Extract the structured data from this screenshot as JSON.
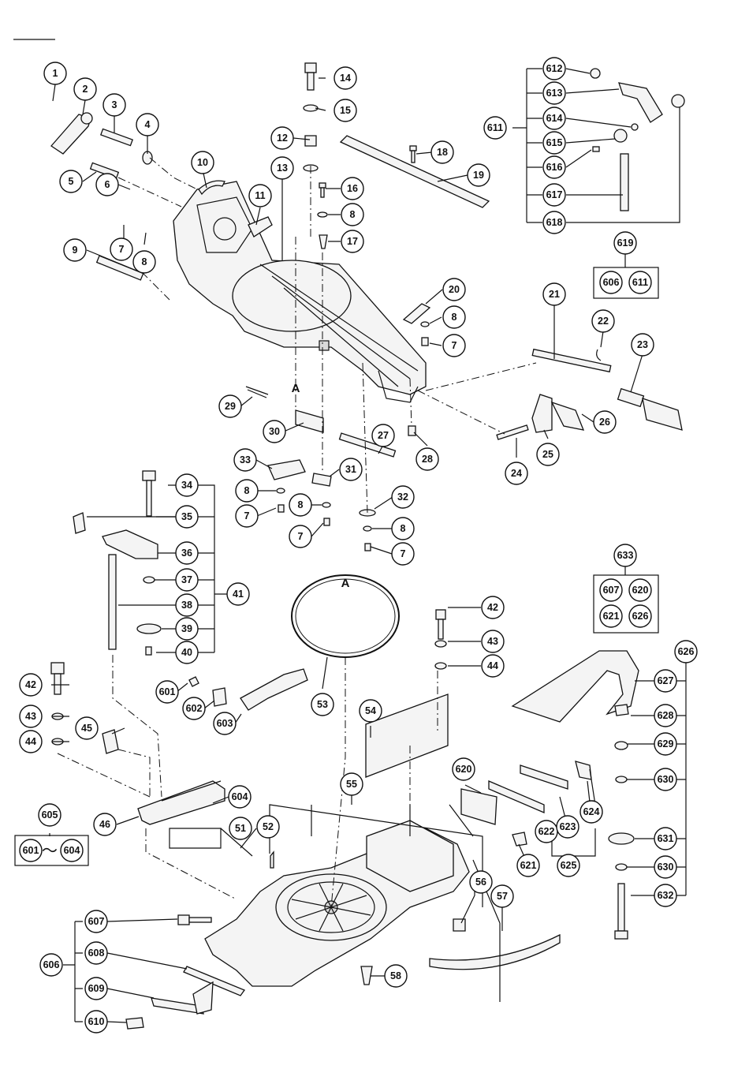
{
  "markers": {
    "section_a_upper": "A",
    "section_a_lower": "A",
    "range_separator": "〜"
  },
  "callouts": {
    "c1": "1",
    "c2": "2",
    "c3": "3",
    "c4": "4",
    "c5": "5",
    "c6": "6",
    "c7a": "7",
    "c8a": "8",
    "c9": "9",
    "c10": "10",
    "c11": "11",
    "c12": "12",
    "c13": "13",
    "c14": "14",
    "c15": "15",
    "c16": "16",
    "c8b": "8",
    "c17": "17",
    "c18": "18",
    "c19": "19",
    "c20": "20",
    "c8c": "8",
    "c7b": "7",
    "c21": "21",
    "c22": "22",
    "c23": "23",
    "c24": "24",
    "c25": "25",
    "c26": "26",
    "c27": "27",
    "c28": "28",
    "c29": "29",
    "c30": "30",
    "c31": "31",
    "c32": "32",
    "c33": "33",
    "c8d": "8",
    "c7c": "7",
    "c8e": "8",
    "c7d": "7",
    "c8f": "8",
    "c7e": "7",
    "c34": "34",
    "c35": "35",
    "c36": "36",
    "c37": "37",
    "c38": "38",
    "c39": "39",
    "c40": "40",
    "c41": "41",
    "c42a": "42",
    "c43a": "43",
    "c44a": "44",
    "c42b": "42",
    "c43b": "43",
    "c44b": "44",
    "c45": "45",
    "c46": "46",
    "c51": "51",
    "c52": "52",
    "c53": "53",
    "c54": "54",
    "c55": "55",
    "c56": "56",
    "c57": "57",
    "c58": "58",
    "c601": "601",
    "c602": "602",
    "c603": "603",
    "c604": "604",
    "c605": "605",
    "c601b": "601",
    "c604b": "604",
    "c606": "606",
    "c607": "607",
    "c608": "608",
    "c609": "609",
    "c610": "610",
    "c611": "611",
    "c612": "612",
    "c613": "613",
    "c614": "614",
    "c615": "615",
    "c616": "616",
    "c617": "617",
    "c618": "618",
    "c619": "619",
    "c606b": "606",
    "c611b": "611",
    "c620": "620",
    "c621": "621",
    "c622": "622",
    "c623": "623",
    "c624": "624",
    "c625": "625",
    "c626": "626",
    "c627": "627",
    "c628": "628",
    "c629": "629",
    "c630a": "630",
    "c631": "631",
    "c630b": "630",
    "c632": "632",
    "c633": "633",
    "c607b": "607",
    "c620b": "620",
    "c621b": "621",
    "c626b": "626"
  }
}
